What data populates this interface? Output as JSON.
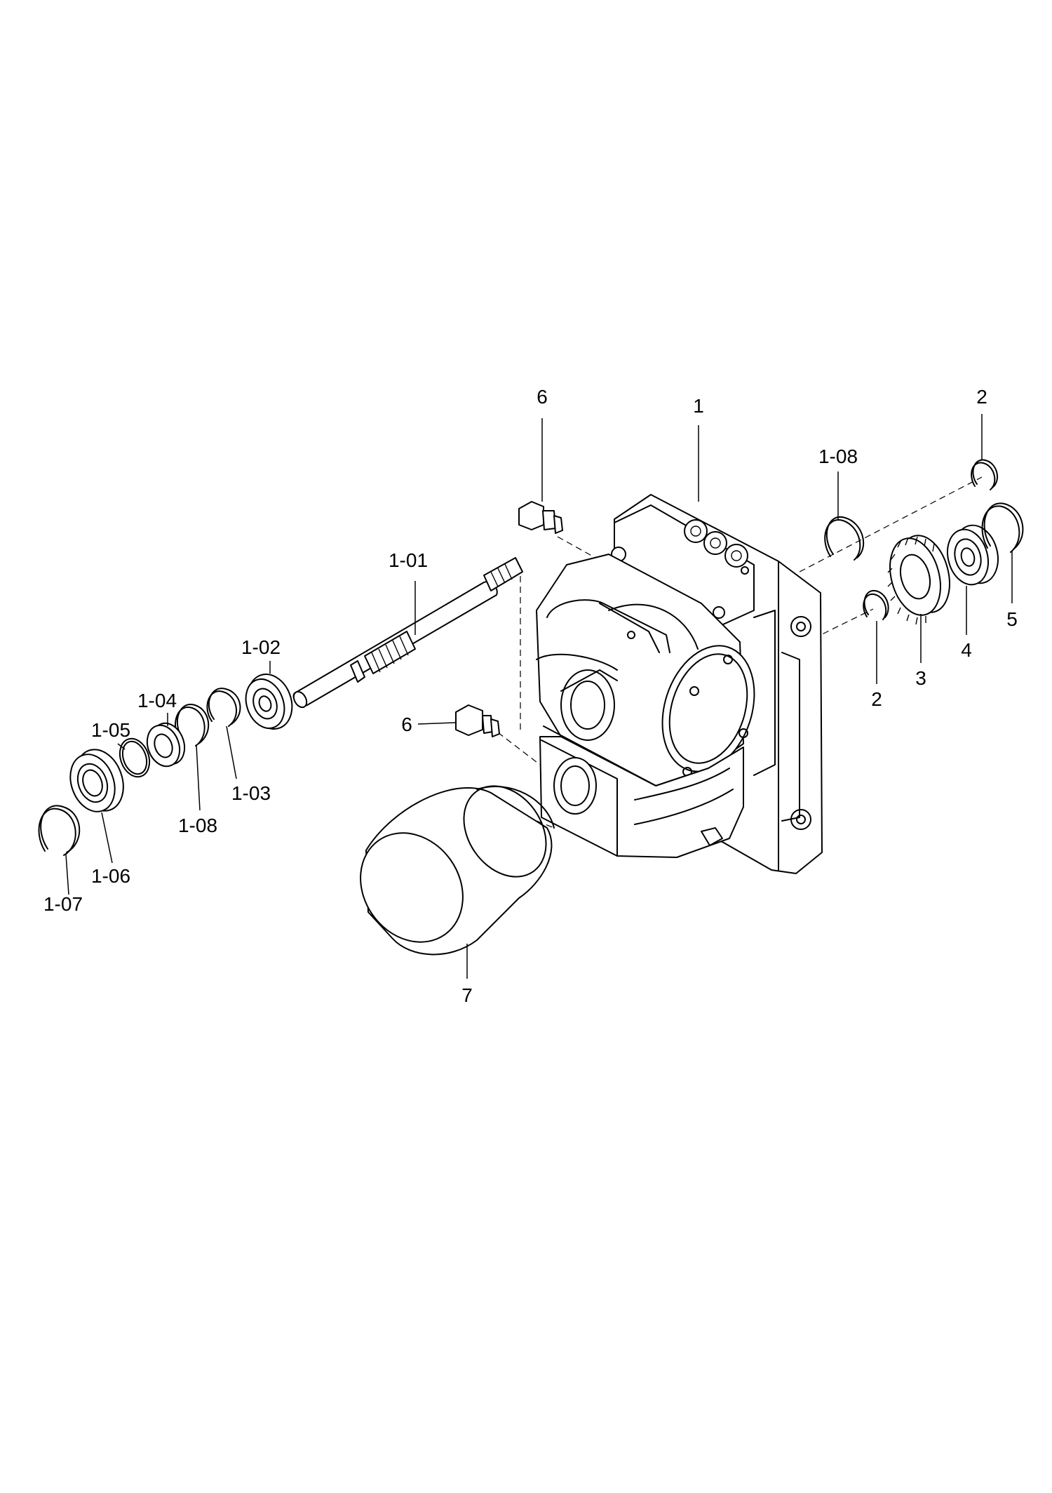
{
  "callouts": {
    "part_1": "1",
    "part_1_01": "1-01",
    "part_1_02": "1-02",
    "part_1_03": "1-03",
    "part_1_04": "1-04",
    "part_1_05": "1-05",
    "part_1_06": "1-06",
    "part_1_07": "1-07",
    "part_1_08_left": "1-08",
    "part_1_08_right": "1-08",
    "part_2_top": "2",
    "part_2_bottom": "2",
    "part_3": "3",
    "part_4": "4",
    "part_5": "5",
    "part_6_top": "6",
    "part_6_left": "6",
    "part_7": "7"
  }
}
